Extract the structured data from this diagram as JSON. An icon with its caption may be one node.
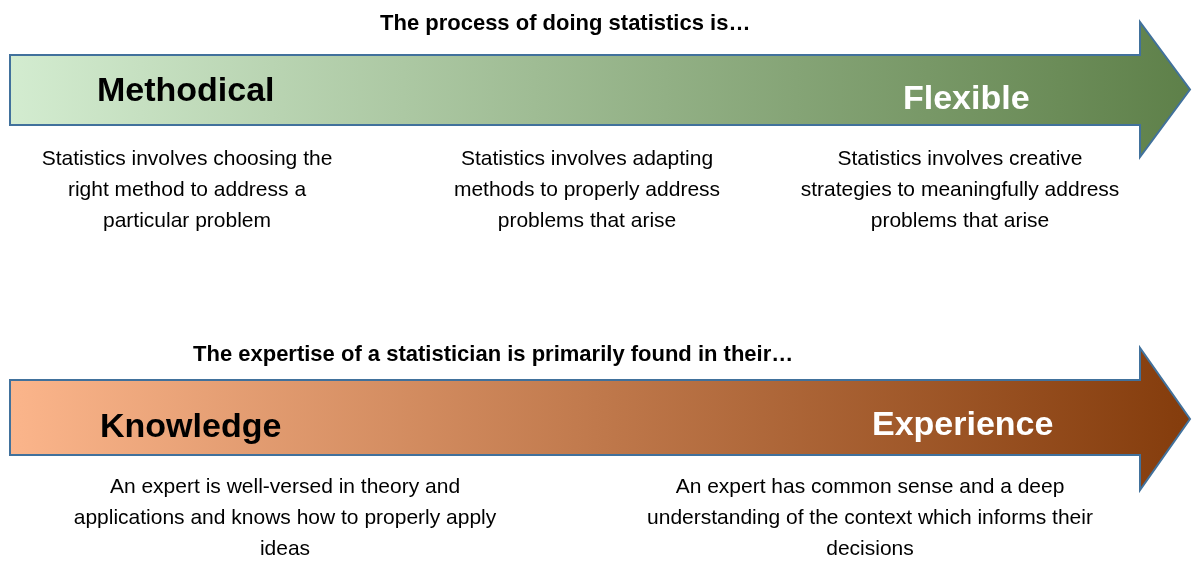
{
  "diagram": {
    "nodes": [
      {
        "text": [
          "The process of doing statistics is…",
          "Methodical",
          "Flexible"
        ]
      },
      {
        "text": [
          "The expertise of a statistician is primarily found in their…",
          "Knowledge",
          "Experience"
        ]
      }
    ],
    "labels": [
      "Statistics involves choosing the right method to address a particular problem",
      "Statistics involves adapting methods to properly address problems that arise",
      "Statistics involves creative strategies to meaningfully address problems that arise",
      "An expert is well-versed in theory and applications and knows how to properly apply ideas",
      "An expert has common sense and a deep understanding of the context which informs their decisions"
    ]
  }
}
